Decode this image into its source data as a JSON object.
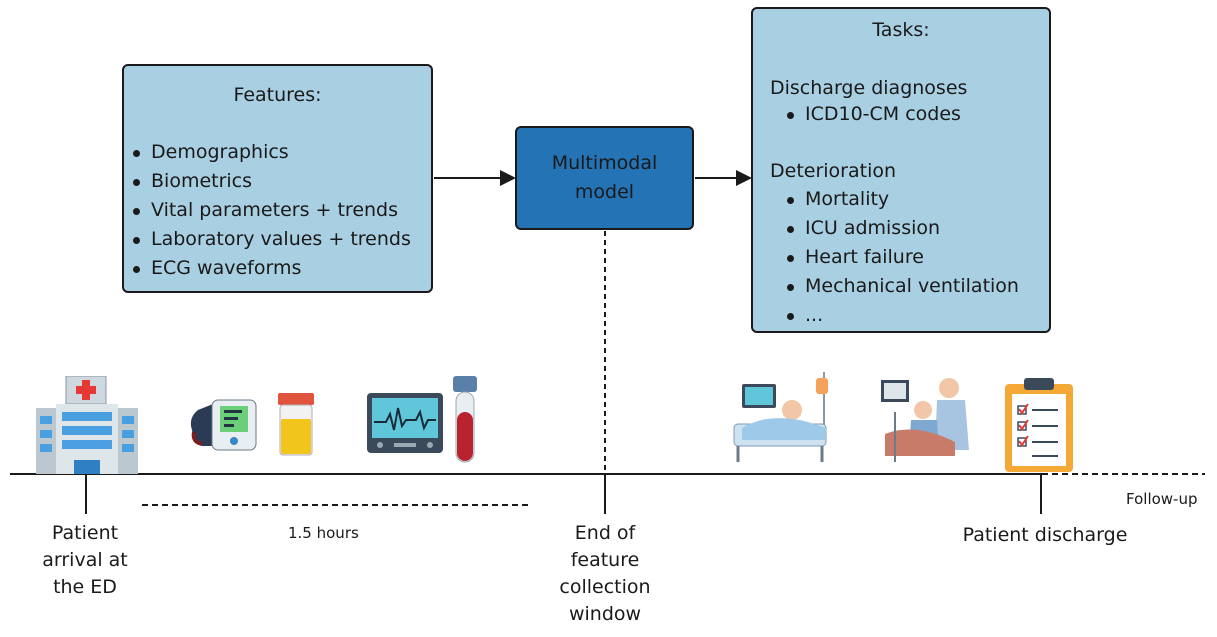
{
  "features": {
    "title": "Features:",
    "items": [
      "Demographics",
      "Biometrics",
      "Vital parameters + trends",
      "Laboratory values + trends",
      "ECG waveforms"
    ]
  },
  "model": {
    "label": "Multimodal model"
  },
  "tasks": {
    "title": "Tasks:",
    "discharge": {
      "title": "Discharge diagnoses",
      "items": [
        "ICD10-CM codes"
      ]
    },
    "deterioration": {
      "title": "Deterioration",
      "items": [
        "Mortality",
        "ICU admission",
        "Heart failure",
        "Mechanical ventilation",
        "..."
      ]
    }
  },
  "timeline": {
    "arrival": "Patient arrival at the ED",
    "duration": "1.5 hours",
    "end_window": "End of feature collection window",
    "discharge": "Patient discharge",
    "followup": "Follow-up"
  },
  "icons": [
    "hospital-icon",
    "blood-pressure-monitor-icon",
    "urine-sample-icon",
    "ecg-monitor-icon",
    "blood-test-tube-icon",
    "icu-bed-icon",
    "intubation-icon",
    "checklist-clipboard-icon"
  ],
  "colors": {
    "feature_box": "#a9cfe2",
    "model_box": "#2473b4",
    "outline": "#1a1a1a"
  }
}
